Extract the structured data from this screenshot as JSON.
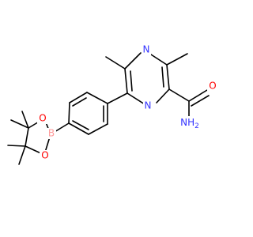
{
  "molecule": {
    "atoms": {
      "n_top": "N",
      "n_bottom": "N",
      "o_carbonyl": "O",
      "nh2": "NH",
      "nh2_sub": "2",
      "boron": "B",
      "o_ring_upper": "O",
      "o_ring_lower": "O"
    },
    "colors": {
      "nitrogen": "#3333ff",
      "oxygen": "#ff0000",
      "boron": "#ff9999",
      "bond": "#000000",
      "background": "#ffffff"
    }
  }
}
